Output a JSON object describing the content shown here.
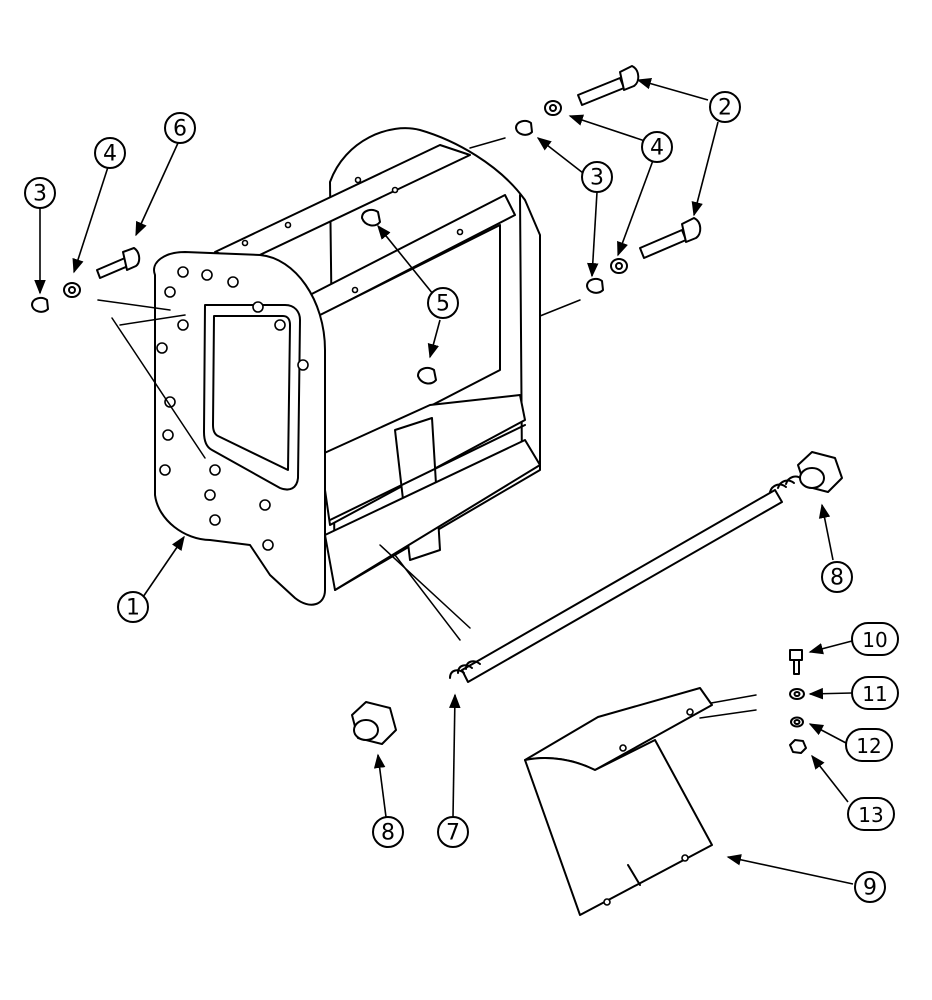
{
  "callouts": [
    {
      "id": "c1",
      "label": "1"
    },
    {
      "id": "c2",
      "label": "2"
    },
    {
      "id": "c3a",
      "label": "3"
    },
    {
      "id": "c3b",
      "label": "3"
    },
    {
      "id": "c4a",
      "label": "4"
    },
    {
      "id": "c4b",
      "label": "4"
    },
    {
      "id": "c5",
      "label": "5"
    },
    {
      "id": "c6",
      "label": "6"
    },
    {
      "id": "c7",
      "label": "7"
    },
    {
      "id": "c8a",
      "label": "8"
    },
    {
      "id": "c8b",
      "label": "8"
    },
    {
      "id": "c9",
      "label": "9"
    },
    {
      "id": "c10",
      "label": "10"
    },
    {
      "id": "c11",
      "label": "11"
    },
    {
      "id": "c12",
      "label": "12"
    },
    {
      "id": "c13",
      "label": "13"
    }
  ]
}
